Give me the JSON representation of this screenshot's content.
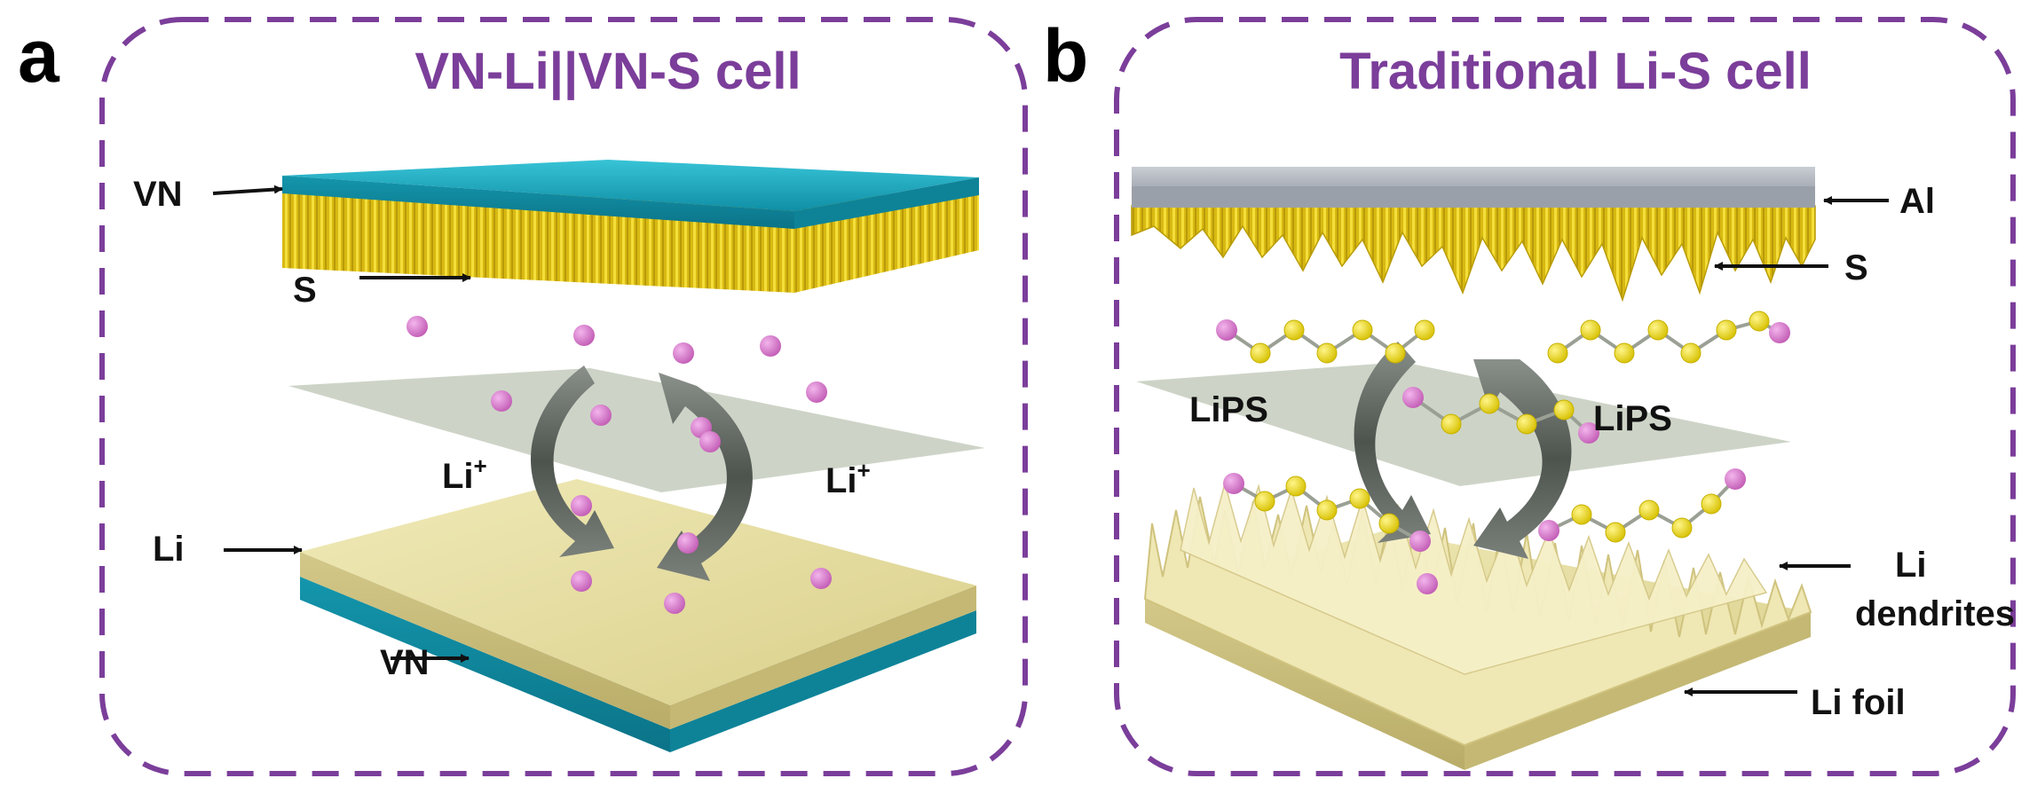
{
  "panel_a": {
    "letter": "a",
    "title": "VN-Li||VN-S cell",
    "labels": {
      "vn_top": "VN",
      "s": "S",
      "li_ion_left_base": "Li",
      "li_ion_left_sup": "+",
      "li_ion_right_base": "Li",
      "li_ion_right_sup": "+",
      "li": "Li",
      "vn_bottom": "VN"
    }
  },
  "panel_b": {
    "letter": "b",
    "title": "Traditional Li-S cell",
    "labels": {
      "al": "Al",
      "s": "S",
      "lips_left": "LiPS",
      "lips_right": "LiPS",
      "li_dendrites_line1": "Li",
      "li_dendrites_line2": "dendrites",
      "li_foil": "Li foil"
    }
  },
  "colors": {
    "frame_purple": "#7B3E9A",
    "vn_teal": "#17A7BE",
    "sulfur_yellow": "#E6CB1A",
    "li_beige": "#E7DFA2",
    "li_ion_pink": "#D77CCB",
    "separator_gray": "#C9D0C2",
    "aluminum_gray": "#B9BEC6",
    "arrow_gray": "#626862"
  }
}
